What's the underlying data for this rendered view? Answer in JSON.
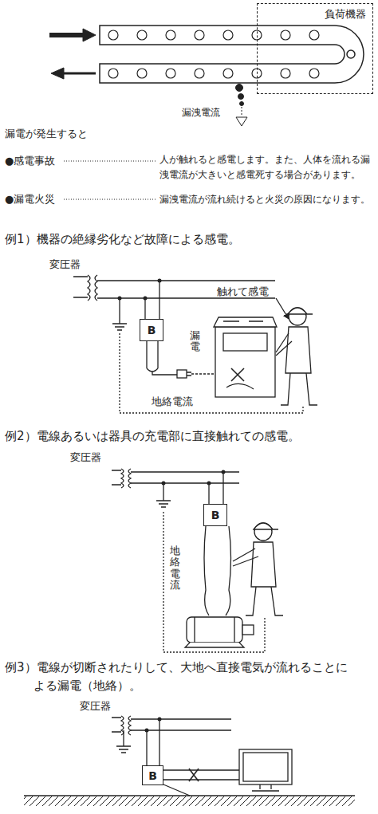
{
  "diagram": {
    "nodes": [
      {
        "text": [
          "負荷機器"
        ]
      },
      {
        "text": [
          "B"
        ]
      },
      {
        "text": [
          "B"
        ]
      },
      {
        "text": [
          "B"
        ]
      }
    ],
    "labels": [
      "漏洩電流",
      "漏電が発生すると",
      "●感電事故",
      "人が触れると感電します。また、人体を流れる漏洩電流が大きいと感電死する場合があります。",
      "●漏電火災",
      "漏洩電流が流れ続けると火災の原因になります。",
      "例1）機器の絶縁劣化など故障による感電。",
      "変圧器",
      "触れて感電",
      "漏電",
      "地絡電流",
      "例2）電線あるいは器具の充電部に直接触れての感電。",
      "変圧器",
      "地絡電流",
      "例3）電線が切断されたりして、大地へ直接電気が流れることによる漏電（地絡）。",
      "変圧器"
    ]
  }
}
